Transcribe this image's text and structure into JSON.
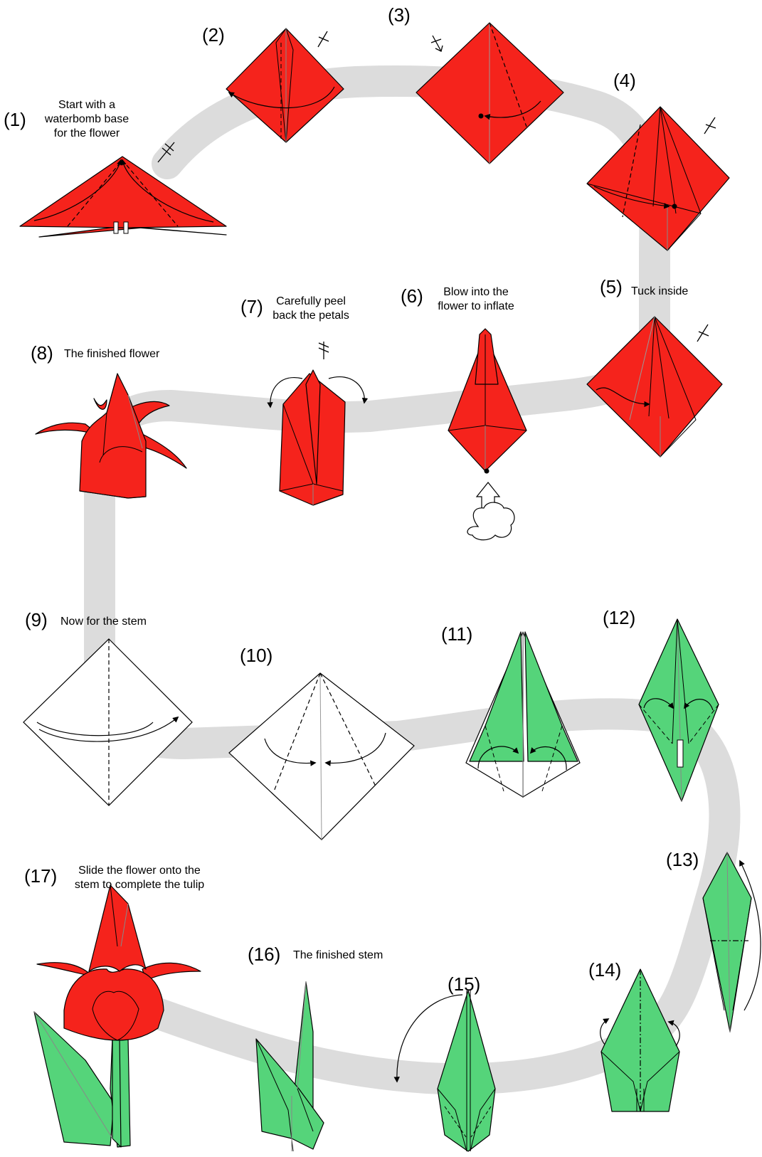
{
  "colors": {
    "petal": "#f5231c",
    "leaf": "#55d47a",
    "paper": "#ffffff",
    "path": "#dcdcdc",
    "line": "#000000"
  },
  "steps": [
    {
      "num": "(1)",
      "caption": [
        "Start with a",
        "waterbomb base",
        "for the flower"
      ]
    },
    {
      "num": "(2)",
      "caption": []
    },
    {
      "num": "(3)",
      "caption": []
    },
    {
      "num": "(4)",
      "caption": []
    },
    {
      "num": "(5)",
      "caption": [
        "Tuck inside"
      ]
    },
    {
      "num": "(6)",
      "caption": [
        "Blow into the",
        "flower to inflate"
      ]
    },
    {
      "num": "(7)",
      "caption": [
        "Carefully peel",
        "back the petals"
      ]
    },
    {
      "num": "(8)",
      "caption": [
        "The finished flower"
      ]
    },
    {
      "num": "(9)",
      "caption": [
        "Now for the stem"
      ]
    },
    {
      "num": "(10)",
      "caption": []
    },
    {
      "num": "(11)",
      "caption": []
    },
    {
      "num": "(12)",
      "caption": []
    },
    {
      "num": "(13)",
      "caption": []
    },
    {
      "num": "(14)",
      "caption": []
    },
    {
      "num": "(15)",
      "caption": []
    },
    {
      "num": "(16)",
      "caption": [
        "The finished stem"
      ]
    },
    {
      "num": "(17)",
      "caption": [
        "Slide the flower onto the",
        "stem to complete the tulip"
      ]
    }
  ]
}
